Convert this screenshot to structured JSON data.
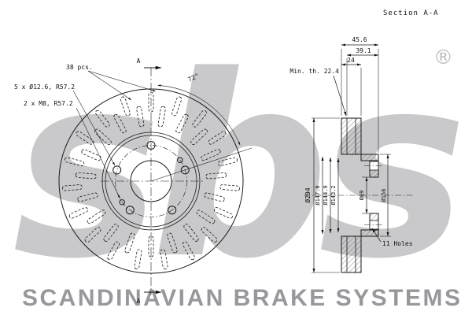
{
  "watermark": {
    "logo": "sbs",
    "registered": "®",
    "footer": "SCANDINAVIAN BRAKE SYSTEMS"
  },
  "section_title": "Section A-A",
  "front_view": {
    "pcs_label": "38 pcs.",
    "bolt_holes_label": "5 x Ø12.6, R57.2",
    "m8_holes_label": "2 x M8, R57.2",
    "angle_label": "72°",
    "section_marker_top": "A",
    "section_marker_bottom": "A"
  },
  "section_view": {
    "dim_total_width": "45.6",
    "dim_inner_width": "39.1",
    "dim_disc_thickness": "24",
    "min_thickness_note": "Min. th. 22.4",
    "dia_outer": "Ø294",
    "dia_hat_1": "Ø147.8",
    "dia_hat_2": "Ø144.9",
    "dia_hat_3": "Ø143.2",
    "dia_center_bore": "Ø69",
    "dia_inner_ring": "Ø156",
    "holes_note": "11 Holes"
  },
  "colors": {
    "watermark": "#c9c9cb",
    "watermark_dark": "#bcbcbe",
    "footer": "#97989c",
    "ink": "#1a1a1a"
  }
}
